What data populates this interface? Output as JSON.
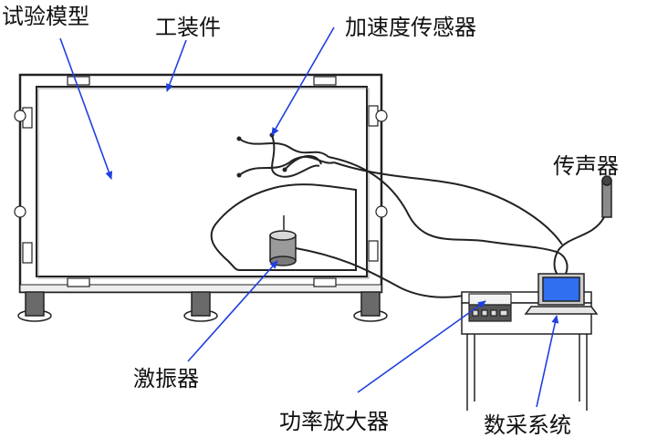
{
  "labels": {
    "test_model": "试验模型",
    "fixture": "工装件",
    "accelerometer": "加速度传感器",
    "microphone": "传声器",
    "shaker": "激振器",
    "power_amplifier": "功率放大器",
    "daq_system": "数采系统"
  },
  "colors": {
    "pointer": "#1f3fe0",
    "line": "#222222",
    "laptop_screen": "#2f6ff0",
    "background": "#ffffff"
  }
}
